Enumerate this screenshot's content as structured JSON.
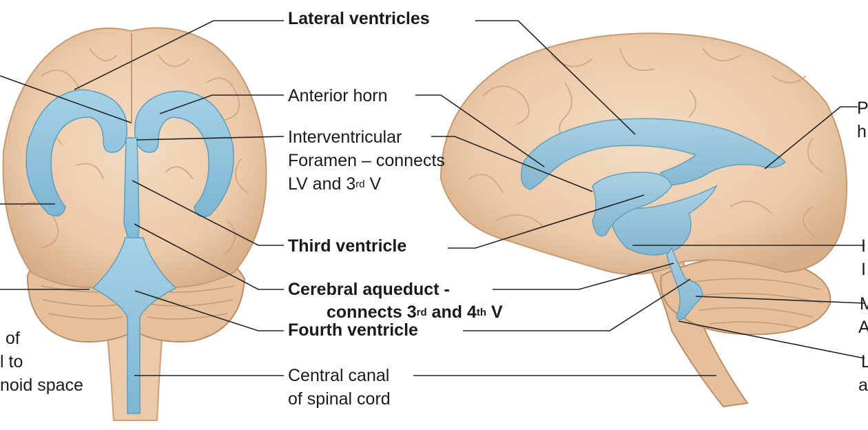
{
  "labels": {
    "lateral_ventricles": "Lateral ventricles",
    "anterior_horn": "Anterior horn",
    "interventricular_1": "Interventricular",
    "interventricular_2": "Foramen – connects",
    "interventricular_3a": "LV and 3",
    "interventricular_3sup": "rd",
    "interventricular_3b": " V",
    "third_ventricle": "Third ventricle",
    "cerebral_aqueduct": "Cerebral aqueduct -",
    "aqueduct_2a": "connects 3",
    "aqueduct_2sup1": "rd",
    "aqueduct_2b": " and 4",
    "aqueduct_2sup2": "th",
    "aqueduct_2c": " V",
    "fourth_ventricle": "Fourth ventricle",
    "central_canal_1": "Central canal",
    "central_canal_2": "of spinal cord"
  },
  "left_clipped": {
    "line1": "of",
    "line2": "l to",
    "line3": "noid space"
  },
  "right_clipped": {
    "p1a": "P",
    "p1b": "h",
    "i1a": "I",
    "i1b": "I",
    "m1a": "M",
    "m1b": "A",
    "l1a": "L",
    "l1b": "a"
  },
  "colors": {
    "brain_tissue": "#ecc9a8",
    "brain_shadow": "#c9a07a",
    "ventricle": "#8fc3dc",
    "ventricle_edge": "#5d9dbd",
    "leader_line": "#222222"
  }
}
